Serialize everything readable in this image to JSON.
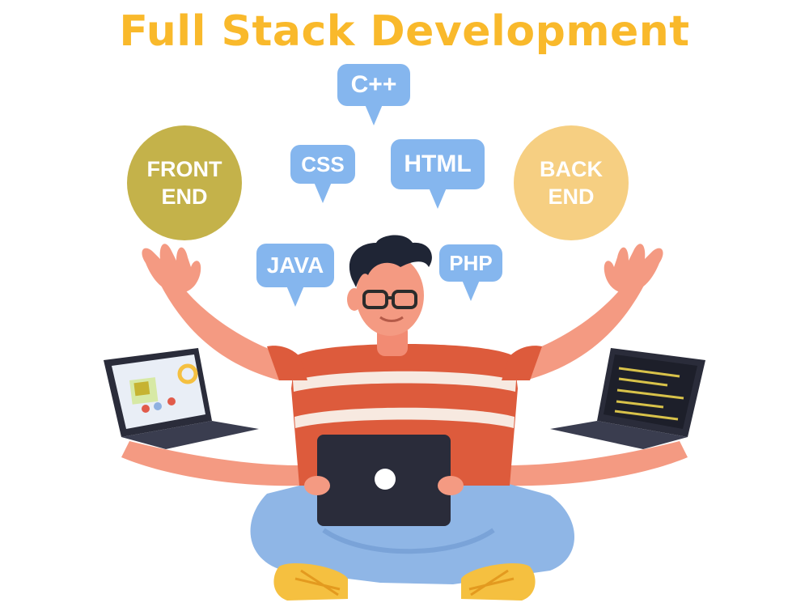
{
  "title": "Full Stack Development",
  "circles": {
    "front": {
      "line1": "FRONT",
      "line2": "END"
    },
    "back": {
      "line1": "BACK",
      "line2": "END"
    }
  },
  "bubbles": {
    "cpp": "C++",
    "css": "CSS",
    "html": "HTML",
    "java": "JAVA",
    "php": "PHP"
  },
  "colors": {
    "title": "#f9b92b",
    "bubble": "#85b6ee",
    "front_end_circle": "#c4b24a",
    "back_end_circle": "#f6cf82",
    "skin": "#f49a82",
    "shirt": "#dd5b3c",
    "shirt_stripe": "#f7e9e0",
    "jeans": "#8fb6e6",
    "hair": "#1f2535",
    "laptop": "#2a2c3a",
    "shoes": "#f5c040"
  }
}
